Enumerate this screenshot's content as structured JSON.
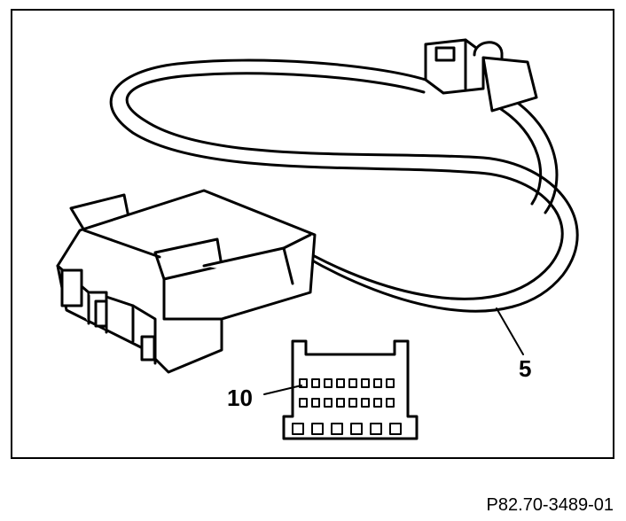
{
  "figure": {
    "callouts": [
      {
        "id": "harness",
        "label": "5"
      },
      {
        "id": "connector-pins",
        "label": "10"
      }
    ],
    "code": "P82.70-3489-01"
  },
  "colors": {
    "line": "#000000",
    "background": "#ffffff"
  }
}
